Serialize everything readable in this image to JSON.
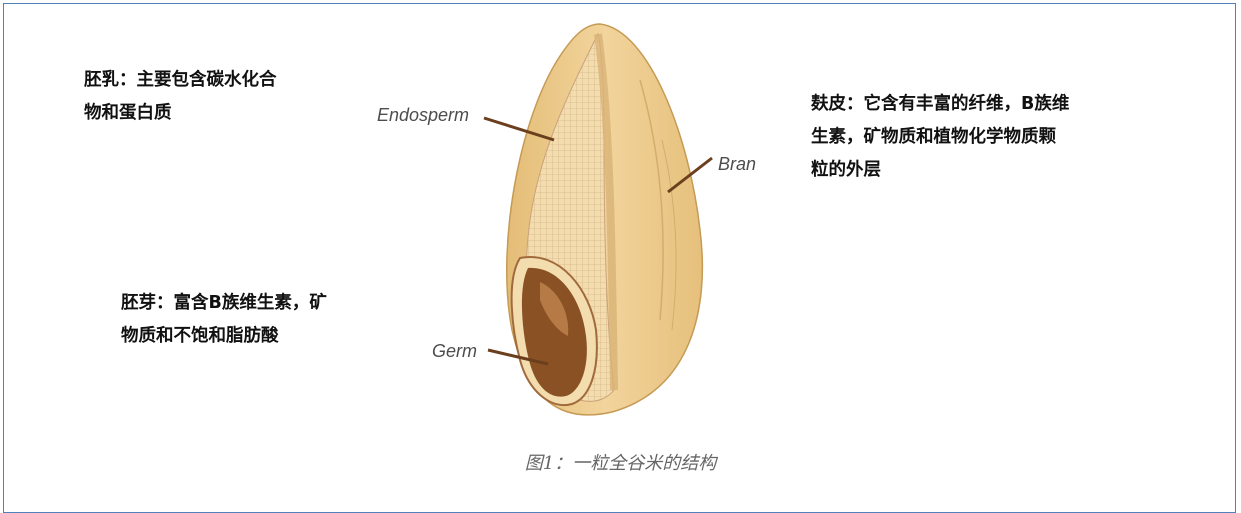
{
  "annotations": {
    "endosperm_note": "胚乳：主要包含碳水化合\n物和蛋白质",
    "germ_note": "胚芽：富含B族维生素，矿\n物质和不饱和脂肪酸",
    "bran_note": "麸皮：它含有丰富的纤维，B族维\n生素，矿物质和植物化学物质颗\n粒的外层"
  },
  "diagram_labels": {
    "endosperm": "Endosperm",
    "bran": "Bran",
    "germ": "Germ"
  },
  "caption": "图1：一粒全谷米的结构",
  "colors": {
    "frame": "#4f81bd",
    "bran": "#eac98a",
    "endosperm": "#f1d9a6",
    "germ": "#8a5224",
    "leader": "#6b3f1e"
  }
}
